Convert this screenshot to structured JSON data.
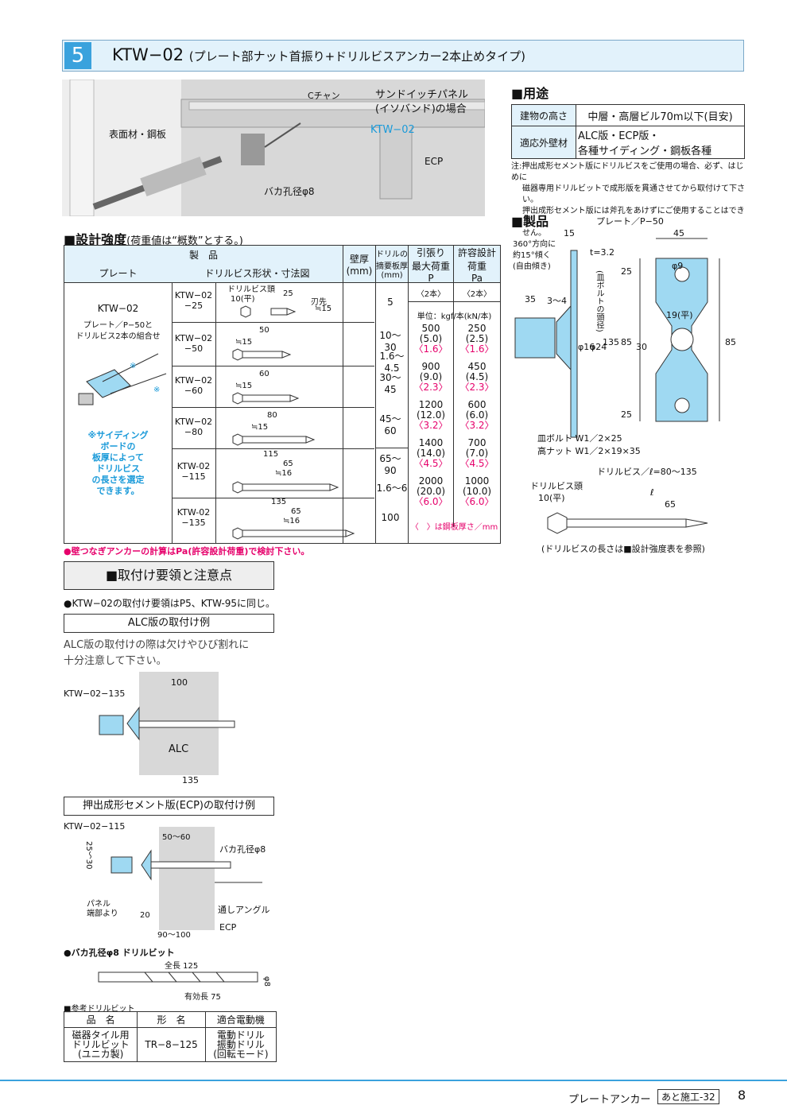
{
  "header": {
    "number": "5",
    "title": "KTW−02",
    "subtitle": "(プレート部ナット首振り+ドリルビスアンカー2本止めタイプ)"
  },
  "photo": {
    "c_channel": "Cチャン",
    "sandwich": "サンドイッチパネル",
    "isoband": "(イソバンド)の場合",
    "ktw": "KTW−02",
    "surface": "表面材・鋼板",
    "ecp": "ECP",
    "hole": "バカ孔径φ8"
  },
  "usage": {
    "title": "■用途",
    "rows": [
      {
        "k": "建物の高さ",
        "v": "中層・高層ビル70m以下(目安)"
      },
      {
        "k": "適応外壁材",
        "v": "ALC版・ECP版・",
        "v2": "各種サイディング・鋼板各種"
      }
    ],
    "note1": "注:押出成形セメント版にドリルビスをご使用の場合、必ず、はじめに",
    "note2": "磁器専用ドリルビットで成形版を貫通させてから取付けて下さい。",
    "note3": "押出成形セメント版には斧孔をあけずにご使用することはできま",
    "note4": "せん。"
  },
  "product": {
    "title": "■製品",
    "plate": "プレート／P−50",
    "d15": "15",
    "d45": "45",
    "d360a": "360°方向に",
    "d360b": "約15°傾く",
    "d360c": "(自由傾き)",
    "t32": "t=3.2",
    "d35": "35",
    "d34": "3〜4",
    "d25a": "25",
    "d85a": "85",
    "d135": "135",
    "d30": "30",
    "d25b": "25",
    "d85b": "85",
    "d19": "19(平)",
    "phi9": "φ9",
    "phi16": "φ16",
    "phi24": "φ24",
    "bolt_dia": "(皿ボルトの頭径)",
    "bolt": "皿ボルト W1／2×25",
    "nut": "高ナット W1／2×19×35",
    "drill_title": "ドリルビス／ℓ=80〜135",
    "drill_head": "ドリルビス頭",
    "drill_head2": "10(平)",
    "ell": "ℓ",
    "d65": "65",
    "drill_note": "(ドリルビスの長さは■設計強度表を参照)"
  },
  "design": {
    "title": "■設計強度",
    "subtitle": "(荷重値は“概数”とする。)",
    "h_product": "製　品",
    "h_plate": "プレート",
    "h_shape": "ドリルビス形状・寸法図",
    "h_wall": "壁厚",
    "h_wall2": "(mm)",
    "h_drill": "ドリルの",
    "h_drill2": "摘要板厚",
    "h_drill3": "(mm)",
    "h_pull": "引張り",
    "h_pull2": "最大荷重",
    "h_pull3": "P",
    "h_allow": "許容設計",
    "h_allow2": "荷重",
    "h_allow3": "Pa",
    "two1": "〈2本〉",
    "two2": "〈2本〉",
    "unit": "単位：kgf/本(kN/本)",
    "plate_name": "KTW−02",
    "plate_desc1": "プレート／P−50と",
    "plate_desc2": "ドリルビス2本の組合せ",
    "siding1": "※サイディング",
    "siding2": "ボードの",
    "siding3": "板厚によって",
    "siding4": "ドリルビス",
    "siding5": "の長さを選定",
    "siding6": "できます。",
    "star1": "※",
    "star2": "※",
    "head_label": "ドリルビス頭",
    "head_label2": "10(平)",
    "tip": "刃先",
    "tip2": "≒15",
    "len25": "25",
    "rows": [
      {
        "model": "KTW−02",
        "model2": "−25",
        "wall": "5",
        "len": "",
        "len2": ""
      },
      {
        "model": "KTW−02",
        "model2": "−50",
        "wall": "10〜30",
        "len": "50",
        "len2": "≒15"
      },
      {
        "model": "KTW−02",
        "model2": "−60",
        "wall": "30〜45",
        "len": "60",
        "len2": "≒15"
      },
      {
        "model": "KTW−02",
        "model2": "−80",
        "wall": "45〜60",
        "len": "80",
        "len2": "≒15"
      },
      {
        "model": "KTW-02",
        "model2": "−115",
        "wall": "65〜90",
        "len": "115",
        "len2": "65",
        "len3": "≒16"
      },
      {
        "model": "KTW-02",
        "model2": "−135",
        "wall": "100",
        "len": "135",
        "len2": "65",
        "len3": "≒16"
      }
    ],
    "drill_a": "1.6〜4.5",
    "drill_b": "1.6〜6",
    "loads": [
      {
        "p": "500",
        "p2": "(5.0)",
        "p3": "〈1.6〉",
        "pa": "250",
        "pa2": "(2.5)",
        "pa3": "〈1.6〉"
      },
      {
        "p": "900",
        "p2": "(9.0)",
        "p3": "〈2.3〉",
        "pa": "450",
        "pa2": "(4.5)",
        "pa3": "〈2.3〉"
      },
      {
        "p": "1200",
        "p2": "(12.0)",
        "p3": "〈3.2〉",
        "pa": "600",
        "pa2": "(6.0)",
        "pa3": "〈3.2〉"
      },
      {
        "p": "1400",
        "p2": "(14.0)",
        "p3": "〈4.5〉",
        "pa": "700",
        "pa2": "(7.0)",
        "pa3": "〈4.5〉"
      },
      {
        "p": "2000",
        "p2": "(20.0)",
        "p3": "〈6.0〉",
        "pa": "1000",
        "pa2": "(10.0)",
        "pa3": "〈6.0〉"
      }
    ],
    "steel_note": "〈　〉は鋼板厚さ／mm",
    "pa_note": "●壁つなぎアンカーの計算はPa(許容設計荷重)で検討下さい。"
  },
  "install": {
    "title": "■取付け要領と注意点",
    "note": "●KTW−02の取付け要領はP5、KTW-95に同じ。",
    "alc_title": "ALC版の取付け例",
    "alc_text1": "ALC版の取付けの際は欠けやひび割れに",
    "alc_text2": "十分注意して下さい。",
    "alc_model": "KTW−02−135",
    "alc_100": "100",
    "alc_label": "ALC",
    "alc_135": "135",
    "ecp_title": "押出成形セメント版(ECP)の取付け例",
    "ecp_model": "KTW−02−115",
    "ecp_5060": "50〜60",
    "ecp_hole": "バカ孔径φ8",
    "ecp_2530": "25〜30",
    "ecp_panel1": "パネル",
    "ecp_panel2": "端部より",
    "ecp_20": "20",
    "ecp_90100": "90〜100",
    "ecp_angle": "通しアングル",
    "ecp_ecp": "ECP",
    "bit_title": "●バカ孔径φ8 ドリルビット",
    "bit_total": "全長 125",
    "bit_eff": "有効長 75",
    "bit_phi": "φ8",
    "ref_title": "■参考ドリルビット",
    "ref_h1": "品　名",
    "ref_h2": "形　名",
    "ref_h3": "適合電動機",
    "ref_c1": "磁器タイル用",
    "ref_c1b": "ドリルビット",
    "ref_c1c": "(ユニカ製)",
    "ref_c2": "TR−8−125",
    "ref_c3": "電動ドリル",
    "ref_c3b": "振動ドリル",
    "ref_c3c": "(回転モード)"
  },
  "footer": {
    "label": "プレートアンカー",
    "box": "あと施工-32",
    "page": "8"
  }
}
